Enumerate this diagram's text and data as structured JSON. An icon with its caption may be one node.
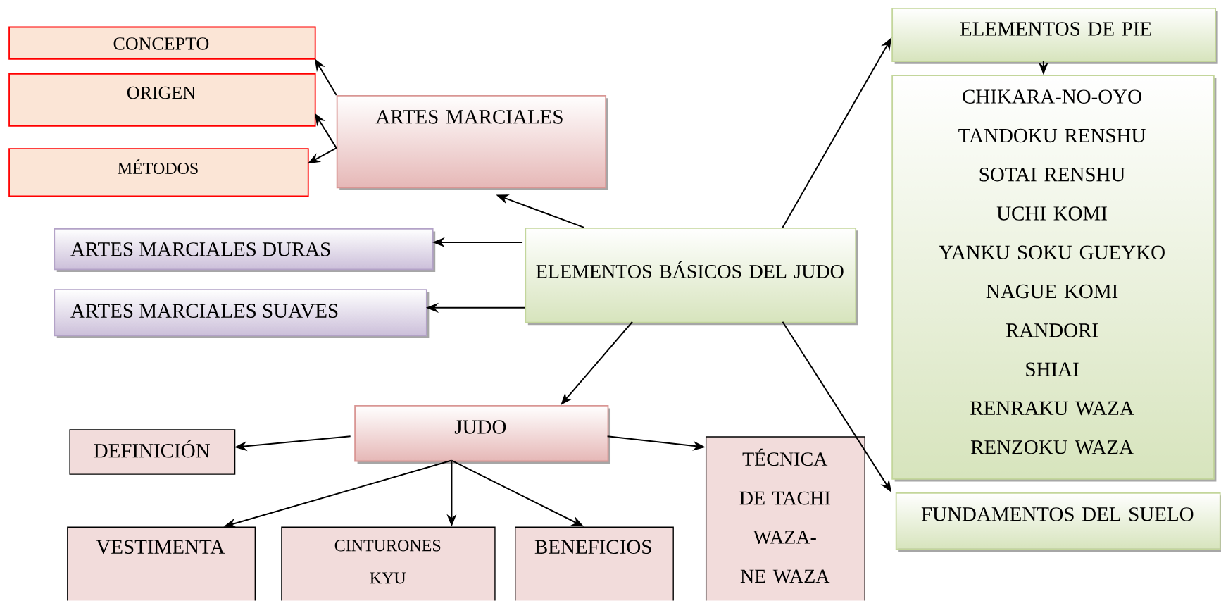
{
  "diagram": {
    "nodes": [
      {
        "text": [
          "CONCEPTO"
        ]
      },
      {
        "text": [
          "ORIGEN"
        ]
      },
      {
        "text": [
          "MÉTODOS"
        ]
      },
      {
        "text": [
          "ARTES MARCIALES"
        ]
      },
      {
        "text": [
          "ARTES MARCIALES DURAS"
        ]
      },
      {
        "text": [
          "ARTES MARCIALES SUAVES"
        ]
      },
      {
        "text": [
          "ELEMENTOS BÁSICOS DEL JUDO"
        ]
      },
      {
        "text": [
          "ELEMENTOS DE PIE"
        ]
      },
      {
        "text": [
          "CHIKARA-NO-OYO",
          "TANDOKU RENSHU",
          "SOTAI RENSHU",
          "UCHI KOMI",
          "YANKU SOKU GUEYKO",
          "NAGUE KOMI",
          "RANDORI",
          "SHIAI",
          "RENRAKU WAZA",
          "RENZOKU WAZA"
        ]
      },
      {
        "text": [
          "FUNDAMENTOS DEL SUELO"
        ]
      },
      {
        "text": [
          "JUDO"
        ]
      },
      {
        "text": [
          "DEFINICIÓN"
        ]
      },
      {
        "text": [
          "TÉCNICA DE TACHI WAZA- NE WAZA"
        ]
      },
      {
        "text": [
          "VESTIMENTA"
        ]
      },
      {
        "text": [
          "CINTURONES KYU"
        ]
      },
      {
        "text": [
          "BENEFICIOS"
        ]
      }
    ],
    "edges": [
      {
        "from": 3,
        "to": 0,
        "arrow": "to"
      },
      {
        "from": 3,
        "to": 1,
        "arrow": "to"
      },
      {
        "from": 3,
        "to": 2,
        "arrow": "to"
      },
      {
        "from": 6,
        "to": 3,
        "arrow": "to"
      },
      {
        "from": 6,
        "to": 4,
        "arrow": "to"
      },
      {
        "from": 6,
        "to": 5,
        "arrow": "to"
      },
      {
        "from": 6,
        "to": 7,
        "arrow": "to"
      },
      {
        "from": 7,
        "to": 8,
        "arrow": "to"
      },
      {
        "from": 6,
        "to": 9,
        "arrow": "to"
      },
      {
        "from": 6,
        "to": 10,
        "arrow": "to"
      },
      {
        "from": 10,
        "to": 11,
        "arrow": "to"
      },
      {
        "from": 10,
        "to": 12,
        "arrow": "to"
      },
      {
        "from": 10,
        "to": 13,
        "arrow": "to"
      },
      {
        "from": 10,
        "to": 14,
        "arrow": "to"
      },
      {
        "from": 10,
        "to": 15,
        "arrow": "to"
      }
    ]
  }
}
